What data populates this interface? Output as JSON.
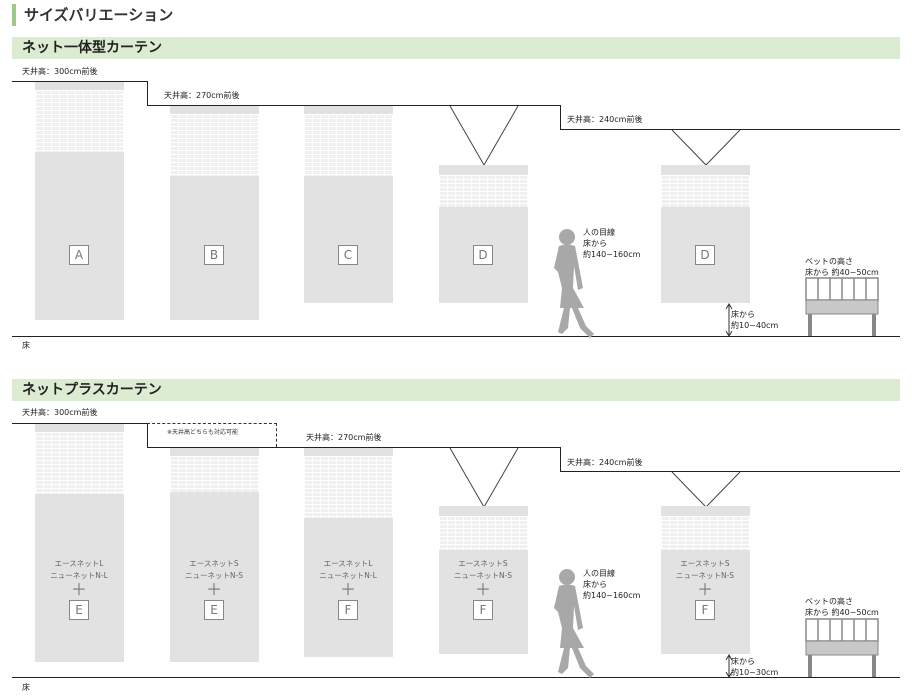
{
  "page_title": "サイズバリエーション",
  "sections": [
    {
      "heading": "ネット一体型カーテン",
      "ceiling_300": "天井高：300cm前後",
      "ceiling_270": "天井高：270cm前後",
      "ceiling_240": "天井高：240cm前後",
      "floor": "床",
      "eye_level": [
        "人の目線",
        "床から",
        "約140~160cm"
      ],
      "bed_height": [
        "ベットの高さ",
        "床から 約40~50cm"
      ],
      "gap": [
        "床から",
        "約10~40cm"
      ],
      "curtains": [
        {
          "letter": "A"
        },
        {
          "letter": "B"
        },
        {
          "letter": "C"
        },
        {
          "letter": "D"
        },
        {
          "letter": "D"
        }
      ]
    },
    {
      "heading": "ネットプラスカーテン",
      "ceiling_300": "天井高：300cm前後",
      "ceiling_270": "天井高：270cm前後",
      "ceiling_240": "天井高：240cm前後",
      "note": "※天井高どちらも対応可能",
      "floor": "床",
      "eye_level": [
        "人の目線",
        "床から",
        "約140~160cm"
      ],
      "bed_height": [
        "ベットの高さ",
        "床から 約40~50cm"
      ],
      "gap": [
        "床から",
        "約10~30cm"
      ],
      "plus": "＋",
      "curtains": [
        {
          "line1": "エースネットL",
          "line2": "ニューネットN-L",
          "letter": "E"
        },
        {
          "line1": "エースネットS",
          "line2": "ニューネットN-S",
          "letter": "E"
        },
        {
          "line1": "エースネットL",
          "line2": "ニューネットN-L",
          "letter": "F"
        },
        {
          "line1": "エースネットS",
          "line2": "ニューネットN-S",
          "letter": "F"
        },
        {
          "line1": "エースネットS",
          "line2": "ニューネットN-S",
          "letter": "F"
        }
      ]
    }
  ],
  "colors": {
    "band": "#dcecd2",
    "accent": "#9dc98a",
    "curtain": "#e2e2e2",
    "silhouette": "#a8a8a8"
  }
}
